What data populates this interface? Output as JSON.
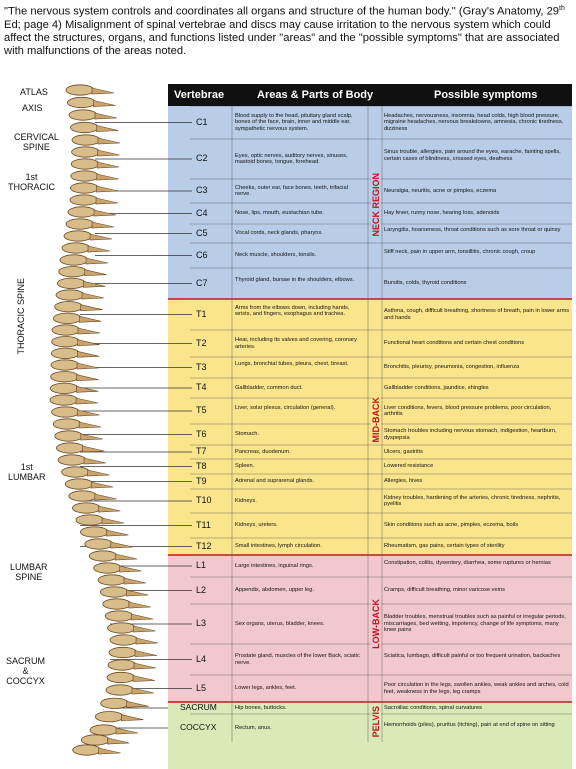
{
  "intro": {
    "part1": "\"The nervous system controls and coordinates all organs and structure of the human body.\" (Gray's Anatomy, 29",
    "sup": "th",
    "part2": " Ed; page 4) Misalignment of spinal vertebrae and discs may cause irritation to the nervous system which could affect the structures, organs, and functions listed under \"areas\" and the \"possible symptoms\" that are associated with malfunctions of the areas noted."
  },
  "table_headers": {
    "vertebrae": "Vertebrae",
    "areas": "Areas & Parts of Body",
    "symptoms": "Possible symptoms"
  },
  "spine_labels": {
    "atlas": "ATLAS",
    "axis": "AXIS",
    "cervical": "CERVICAL\nSPINE",
    "thoracic1": "1st\nTHORACIC",
    "thoracic_spine": "THORACIC SPINE",
    "lumbar1": "1st\nLUMBAR",
    "lumbar_spine": "LUMBAR\nSPINE",
    "sacrum_coccyx": "SACRUM\n&\nCOCCYX"
  },
  "regions": [
    {
      "label": "NECK REGION",
      "color": "#b9cce8"
    },
    {
      "label": "MID-BACK",
      "color": "#fbe58c"
    },
    {
      "label": "LOW-BACK",
      "color": "#f2c8cf"
    },
    {
      "label": "PELVIS",
      "color": "#d9eab8"
    }
  ],
  "rows": [
    {
      "v": "C1",
      "area": "Blood supply to the head, pituitary gland scalp, bones of the face, brain, inner and middle ear, sympathetic nervous system.",
      "sym": "Headaches, nervousness, insomnia, head colds, high blood pressure, migraine headaches, nervous breakdowns, amnesia, chronic tiredness, dizziness"
    },
    {
      "v": "C2",
      "area": "Eyes, optic nerves, auditory nerves, sinuses, mastoid bones, tongue, forehead.",
      "sym": "Sinus trouble, allergies, pain around the eyes, earache, fainting spells, certain cases of blindness, crossed eyes, deafness"
    },
    {
      "v": "C3",
      "area": "Cheeks, outer ear, face bones, teeth, trifacial nerve.",
      "sym": "Neuralgia, neuritis, acne or pimples, eczema"
    },
    {
      "v": "C4",
      "area": "Nose, lips, mouth, eustachian tube.",
      "sym": "Hay fever, runny nose, hearing loss, adenoids"
    },
    {
      "v": "C5",
      "area": "Vocal cords, neck glands, pharynx.",
      "sym": "Laryngitis, hoarseness, throat conditions such as sore throat or quinsy"
    },
    {
      "v": "C6",
      "area": "Neck muscle, shoulders, tonsils.",
      "sym": "Stiff neck, pain in upper arm, tonsillitis, chronic cough, croup"
    },
    {
      "v": "C7",
      "area": "Thyroid gland, bursae in the shoulders, elbows.",
      "sym": "Bursitis, colds, thyroid conditions"
    },
    {
      "v": "T1",
      "area": "Arms from the elbows down, including hands, wrists, and fingers, esophagus and trachea.",
      "sym": "Asthma, cough, difficult breathing, shortness of breath, pain in lower arms and hands"
    },
    {
      "v": "T2",
      "area": "Hear, including its valves and covering, coronary arteries.",
      "sym": "Functional heart conditions and certain chest conditions"
    },
    {
      "v": "T3",
      "area": "Lungs, bronchial tubes, pleura, chest, breast.",
      "sym": "Bronchitis, pleurisy, pneumonia, congestion, influenza"
    },
    {
      "v": "T4",
      "area": "Gallbladder, common duct.",
      "sym": "Gallbladder conditions, jaundice, shingles"
    },
    {
      "v": "T5",
      "area": "Liver, solar plexus, circulation (general).",
      "sym": "Liver conditions, fevers, blood pressure problems, poor circulation, arthritis"
    },
    {
      "v": "T6",
      "area": "Stomach.",
      "sym": "Stomach troubles including nervous stomach, indigestion, heartburn, dyspepsia"
    },
    {
      "v": "T7",
      "area": "Pancreas, duodenum.",
      "sym": "Ulcers, gastritis"
    },
    {
      "v": "T8",
      "area": "Spleen.",
      "sym": "Lowered resistance"
    },
    {
      "v": "T9",
      "area": "Adrenal and suprarenal glands.",
      "sym": "Allergies, hives"
    },
    {
      "v": "T10",
      "area": "Kidneys.",
      "sym": "Kidney troubles, hardening of the arteries, chronic tiredness, nephritis, pyelitis"
    },
    {
      "v": "T11",
      "area": "Kidneys, ureters.",
      "sym": "Skin conditions such as acne, pimples, eczema, boils"
    },
    {
      "v": "T12",
      "area": "Small intestines, lymph circulation.",
      "sym": "Rheumatism, gas pains, certain types of sterility"
    },
    {
      "v": "L1",
      "area": "Large intestines, inguinal rings.",
      "sym": "Constipation, colitis, dysentery, diarrhea, some ruptures or hernias"
    },
    {
      "v": "L2",
      "area": "Appendix, abdomen, upper leg.",
      "sym": "Cramps, difficult breathing, minor varicose veins"
    },
    {
      "v": "L3",
      "area": "Sex organs, uterus, bladder, knees.",
      "sym": "Bladder troubles, menstrual troubles such as painful or irregular periods, miscarriages, bed wetting, impotency, change of life symptoms, many knee pains"
    },
    {
      "v": "L4",
      "area": "Prostate gland, muscles of the lower Back, sciatic nerve.",
      "sym": "Sciatica, lumbago, difficult painful or too frequent urination, backaches"
    },
    {
      "v": "L5",
      "area": "Lower legs, ankles, feet.",
      "sym": "Poor circulation in the legs, swollen ankles, weak ankles and arches, cold feet, weakness in the legs, leg cramps"
    },
    {
      "v": "SACRUM",
      "area": "Hip bones, buttocks.",
      "sym": "Sacroiliac conditions, spinal curvatures"
    },
    {
      "v": "COCCYX",
      "area": "Rectum, anus.",
      "sym": "Hemorrhoids (piles), pruritus (itching), pain at end of spine on sitting"
    }
  ]
}
